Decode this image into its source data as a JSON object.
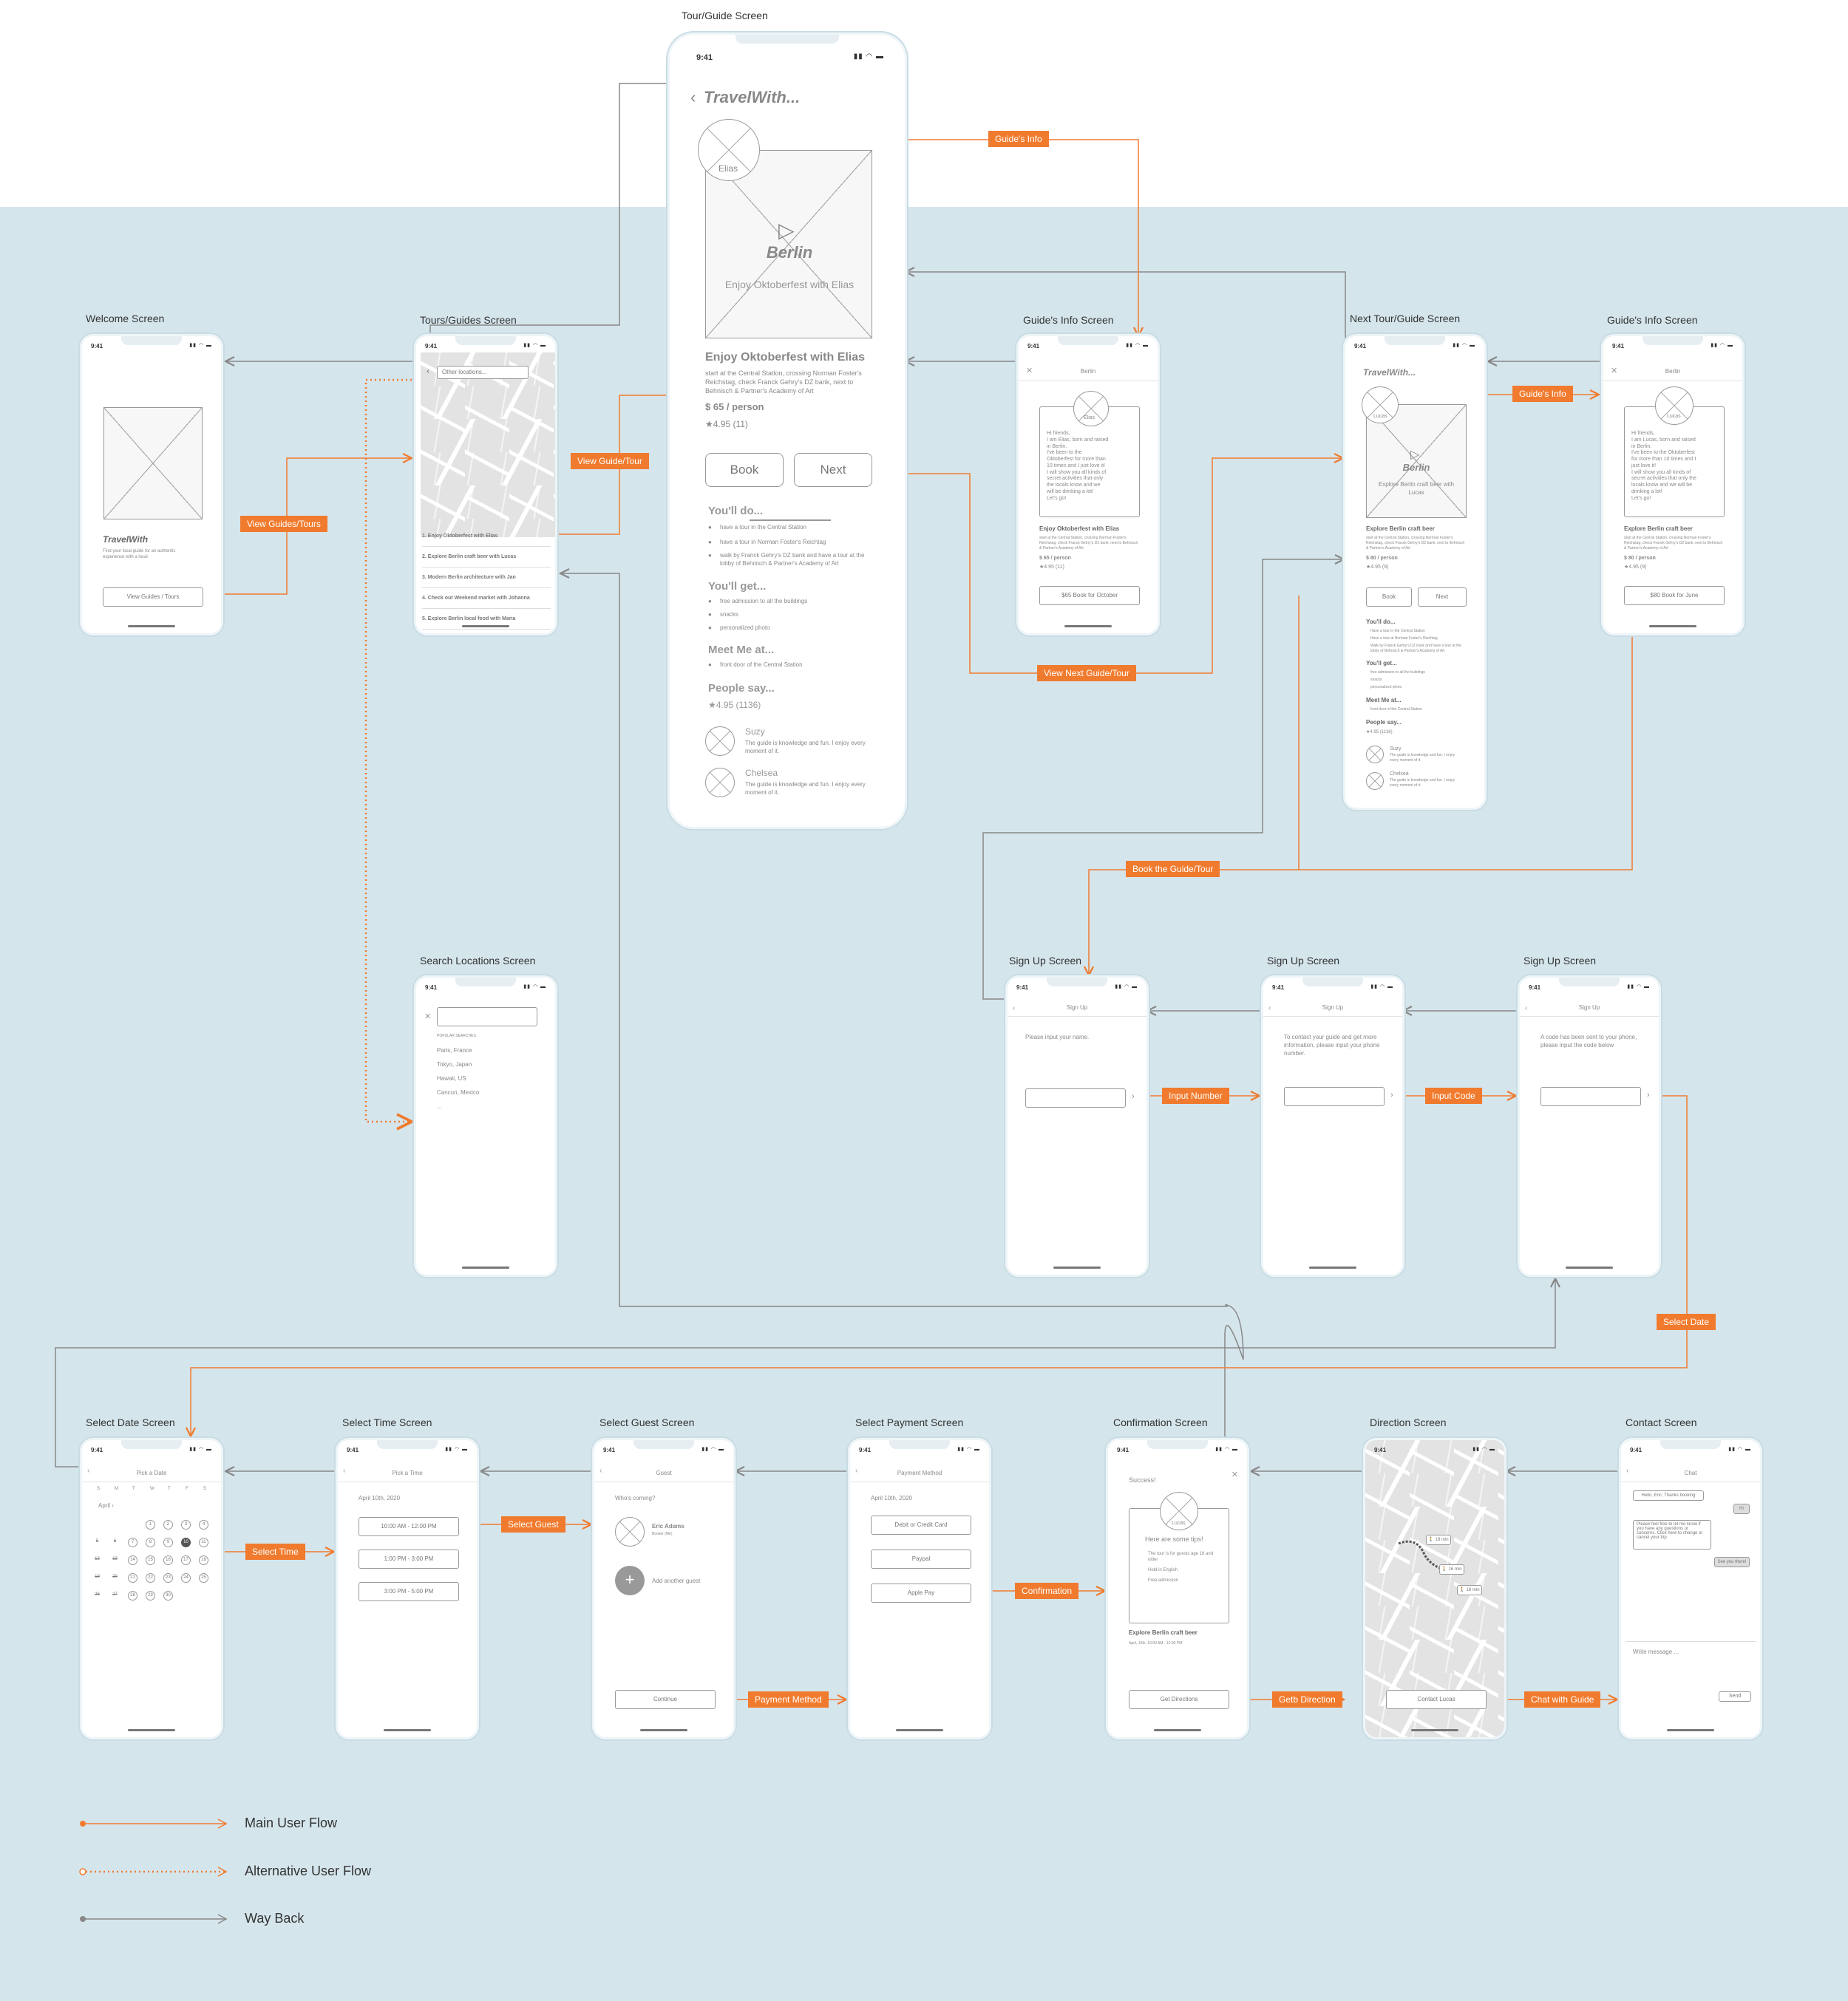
{
  "colors": {
    "orange": "#f07b2e",
    "gray": "#888888",
    "band": "#d5e5ec"
  },
  "screens": {
    "welcome": "Welcome Screen",
    "tours": "Tours/Guides Screen",
    "tour": "Tour/Guide Screen",
    "guide_info_1": "Guide's Info Screen",
    "next_tour": "Next Tour/Guide Screen",
    "guide_info_2": "Guide's Info Screen",
    "search": "Search Locations Screen",
    "signup_1": "Sign Up Screen",
    "signup_2": "Sign Up Screen",
    "signup_3": "Sign Up Screen",
    "date": "Select Date Screen",
    "time": "Select Time Screen",
    "guest": "Select Guest Screen",
    "payment": "Select Payment Screen",
    "confirmation": "Confirmation Screen",
    "direction": "Direction Screen",
    "contact": "Contact Screen"
  },
  "flow_labels": {
    "guides_info": "Guide's Info",
    "view_guides_tours": "View Guides/Tours",
    "view_guide_tour": "View  Guide/Tour",
    "view_next": "View Next Guide/Tour",
    "guides_info_2": "Guide's Info",
    "book": "Book the Guide/Tour",
    "input_number": "Input Number",
    "input_code": "Input Code",
    "select_date": "Select Date",
    "select_time": "Select Time",
    "select_guest": "Select Guest",
    "payment_method": "Payment Method",
    "confirmation": "Confirmation",
    "direction": "Getb Direction",
    "chat": "Chat with Guide"
  },
  "legend": [
    {
      "label": "Main User Flow",
      "style": "solid-orange"
    },
    {
      "label": "Alternative User Flow",
      "style": "dotted-orange"
    },
    {
      "label": "Way Back",
      "style": "solid-gray"
    }
  ],
  "status": {
    "time": "9:41",
    "signal": "▮▮ ◠ ▬"
  },
  "welcome": {
    "brand": "TravelWith",
    "tagline": "Find your local guide for an authentic experience with a local",
    "button": "View Guides / Tours"
  },
  "tours": {
    "search_placeholder": "Other locations...",
    "items": [
      "1. Enjoy Oktoberfest with Elias",
      "2. Explore Berlin craft beer with Lucas",
      "3. Modern Berlin architecture with Jan",
      "4. Check out Weekend market with Johanna",
      "5. Explore Berlin local food with Maria"
    ]
  },
  "tour": {
    "brand": "TravelWith...",
    "guide": "Elias",
    "city": "Berlin",
    "video_caption": "Enjoy Oktoberfest with Elias",
    "title": "Enjoy Oktoberfest with Elias",
    "desc": "start at the Central Station, crossing Norman Foster's Reichstag, check Franck Gehry's DZ bank, next to Behnisch & Partner's Academy of Art",
    "price": "$ 65 / person",
    "rating": "★4.95 (11)",
    "book": "Book",
    "next": "Next",
    "do_title": "You'll do...",
    "do_items": [
      "have a tour in the Central Station",
      "have a tour in Norman Foster's Reichtag",
      "walk by Franck Gehry's DZ bank and have a tour at the lobby of Behnisch & Partner's Academy of Art"
    ],
    "get_title": "You'll get...",
    "get_items": [
      "free admission to all the buildings",
      "snacks",
      "personalized photo"
    ],
    "meet_title": "Meet Me at...",
    "meet_items": [
      "front door of the Central Station"
    ],
    "people_title": "People say...",
    "people_rating": "★4.95 (1136)",
    "reviews": [
      {
        "name": "Suzy",
        "text": "The guide is knowledge and fun. I enjoy every moment of it."
      },
      {
        "name": "Chelsea",
        "text": "The guide is knowledge and fun. I enjoy every moment of it."
      }
    ]
  },
  "guide_info_1": {
    "header": "Berlin",
    "guide": "Elias",
    "bio": "Hi friends,\nI am Elias, born and raised in Berlin.\nI've been to the Oktoberfest for more than 10 times and I just love it!\nI will show you all kinds of secret activities that only the locals know and we will be drinking a lot!\nLet's go!",
    "title": "Enjoy Oktoberfest with Elias",
    "desc": "start at the Central Station, crossing Norman Foster's Reichstag, check Franck Gehry's DZ bank, next to Behnisch & Partner's Academy of Art",
    "price": "$ 65 / person",
    "rating": "★4.95 (11)",
    "button": "$65 Book for October"
  },
  "next_tour": {
    "brand": "TravelWith...",
    "guide": "Lucas",
    "city": "Berlin",
    "video_caption": "Explore Berlin craft beer with Lucas",
    "title": "Explore Berlin craft beer",
    "desc": "start at the Central Station, crossing Norman Foster's Reichstag, check Franck Gehry's DZ bank, next to Behnisch & Partner's Academy of Art",
    "price": "$ 80 / person",
    "rating": "★4.95 (9)",
    "book": "Book",
    "next": "Next",
    "do_title": "You'll do...",
    "do_items": [
      "Have a tour in the Central Station",
      "Have a tour at Norman Foster's Reichtag",
      "Walk by Franck Gehry's DZ bank and have a tour at the lobby of Behnisch & Partner's Academy of Art"
    ],
    "get_title": "You'll get...",
    "get_items": [
      "free admission to all the buildings",
      "snacks",
      "personalized photo"
    ],
    "meet_title": "Meet Me at...",
    "meet_items": [
      "front door of the Central Station"
    ],
    "people_title": "People say...",
    "people_rating": "★4.95 (1136)",
    "reviews": [
      {
        "name": "Suzy",
        "text": "The guide is knowledge and fun. I enjoy every moment of it."
      },
      {
        "name": "Chelsea",
        "text": "The guide is knowledge and fun. I enjoy every moment of it."
      }
    ]
  },
  "guide_info_2": {
    "header": "Berlin",
    "guide": "Lucas",
    "bio": "Hi friends,\nI am Lucas, born and raised in Berlin.\nI've been to the Oktoberfest for more than 10 times and I just love it!\nI will show you all kinds of secret activities that only the locals know and we will be drinking a lot!\nLet's go!",
    "title": "Explore Berlin craft beer",
    "desc": "start at the Central Station, crossing Norman Foster's Reichstag, check Franck Gehry's DZ bank, next to Behnisch & Partner's Academy of Art",
    "price": "$ 80 / person",
    "rating": "★4.95 (9)",
    "button": "$80 Book for June"
  },
  "search": {
    "heading": "POPULAR SEARCHES",
    "items": [
      "Paris, France",
      "Tokyo, Japan",
      "Hawaii, US",
      "Cancun, Mexico",
      "..."
    ]
  },
  "signup": {
    "header": "Sign Up",
    "s1_text": "Please input your name.",
    "s2_text": "To contact your guide and get more information, please input your phone number.",
    "s3_text": "A code has been sent to your phone, please input the code below"
  },
  "date": {
    "header": "Pick a Date",
    "weekdays": [
      "S",
      "M",
      "T",
      "W",
      "T",
      "F",
      "S"
    ],
    "month": "April ›",
    "days": [
      "1",
      "2",
      "3",
      "4",
      "5",
      "6",
      "7",
      "8",
      "9",
      "10",
      "11",
      "12",
      "13",
      "14",
      "15",
      "16",
      "17",
      "18",
      "19",
      "20",
      "21",
      "22",
      "23",
      "24",
      "25",
      "26",
      "27",
      "28",
      "29",
      "30"
    ]
  },
  "time": {
    "header": "Pick a Time",
    "date": "April 10th, 2020",
    "slots": [
      "10:00 AM - 12:00 PM",
      "1:00 PM - 3:00 PM",
      "3:00 PM - 5:00 PM"
    ]
  },
  "guest": {
    "header": "Guest",
    "question": "Who's coming?",
    "name": "Eric Adams",
    "role": "Booker (Me)",
    "add": "Add another guest",
    "button": "Continue"
  },
  "payment": {
    "header": "Payment Method",
    "date": "April 10th, 2020",
    "options": [
      "Debit or Credit Card",
      "Paypal",
      "Apple Pay"
    ]
  },
  "confirmation": {
    "success": "Success!",
    "guide": "Lucas",
    "tips_title": "Here are some tips!",
    "tips": [
      "The tour is for guests age 18 and older",
      "Hold in English",
      "Free admission"
    ],
    "title": "Explore Berlin craft beer",
    "when": "April, 10th, 10:00 AM - 12:00 PM",
    "button": "Get Directions"
  },
  "direction": {
    "button": "Contact Lucas",
    "eta1": "🚶 18 min",
    "eta2": "🚶 16 min",
    "eta3": "🚶 18 min"
  },
  "contact": {
    "header": "Chat",
    "msg1": "Hello, Eric. Thanks booking",
    "msg2": "Please feel free to let me know if you have any questions or concerns. Click here to change or cancel your trip",
    "reply1": "Hi",
    "reply2": "See you there!",
    "input": "Write message ...",
    "send": "Send"
  }
}
